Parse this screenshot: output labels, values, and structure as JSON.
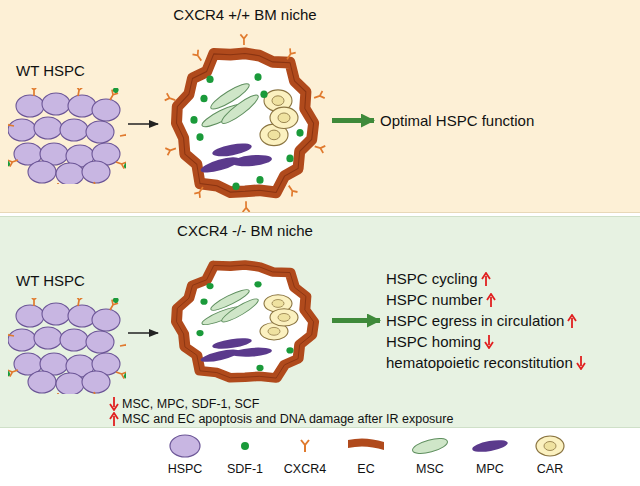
{
  "diagram": {
    "nodes": [
      {
        "text": [
          "WT HSPC"
        ]
      },
      {
        "text": [
          "CXCR4 +/+ BM niche"
        ]
      },
      {
        "text": [
          "Optimal HSPC function"
        ]
      },
      {
        "text": [
          "WT HSPC"
        ]
      },
      {
        "text": [
          "CXCR4 -/- BM niche"
        ]
      },
      {
        "text": [
          "HSPC cycling",
          "HSPC number",
          "HSPC egress in circulation",
          "HSPC homing",
          "hematopoietic reconstitution"
        ]
      }
    ],
    "edges": [
      {
        "from": 0,
        "to": 1,
        "arrow": "to"
      },
      {
        "from": 1,
        "to": 2,
        "arrow": "to"
      },
      {
        "from": 3,
        "to": 4,
        "arrow": "to"
      },
      {
        "from": 4,
        "to": 5,
        "arrow": "to"
      }
    ],
    "labels": [
      "MSC, MPC, SDF-1, SCF",
      "MSC and EC apoptosis and DNA damage after IR exposure"
    ],
    "legend": [
      {
        "text": "HSPC"
      },
      {
        "text": "SDF-1"
      },
      {
        "text": "CXCR4"
      },
      {
        "text": "EC"
      },
      {
        "text": "MSC"
      },
      {
        "text": "MPC"
      },
      {
        "text": "CAR"
      }
    ]
  }
}
